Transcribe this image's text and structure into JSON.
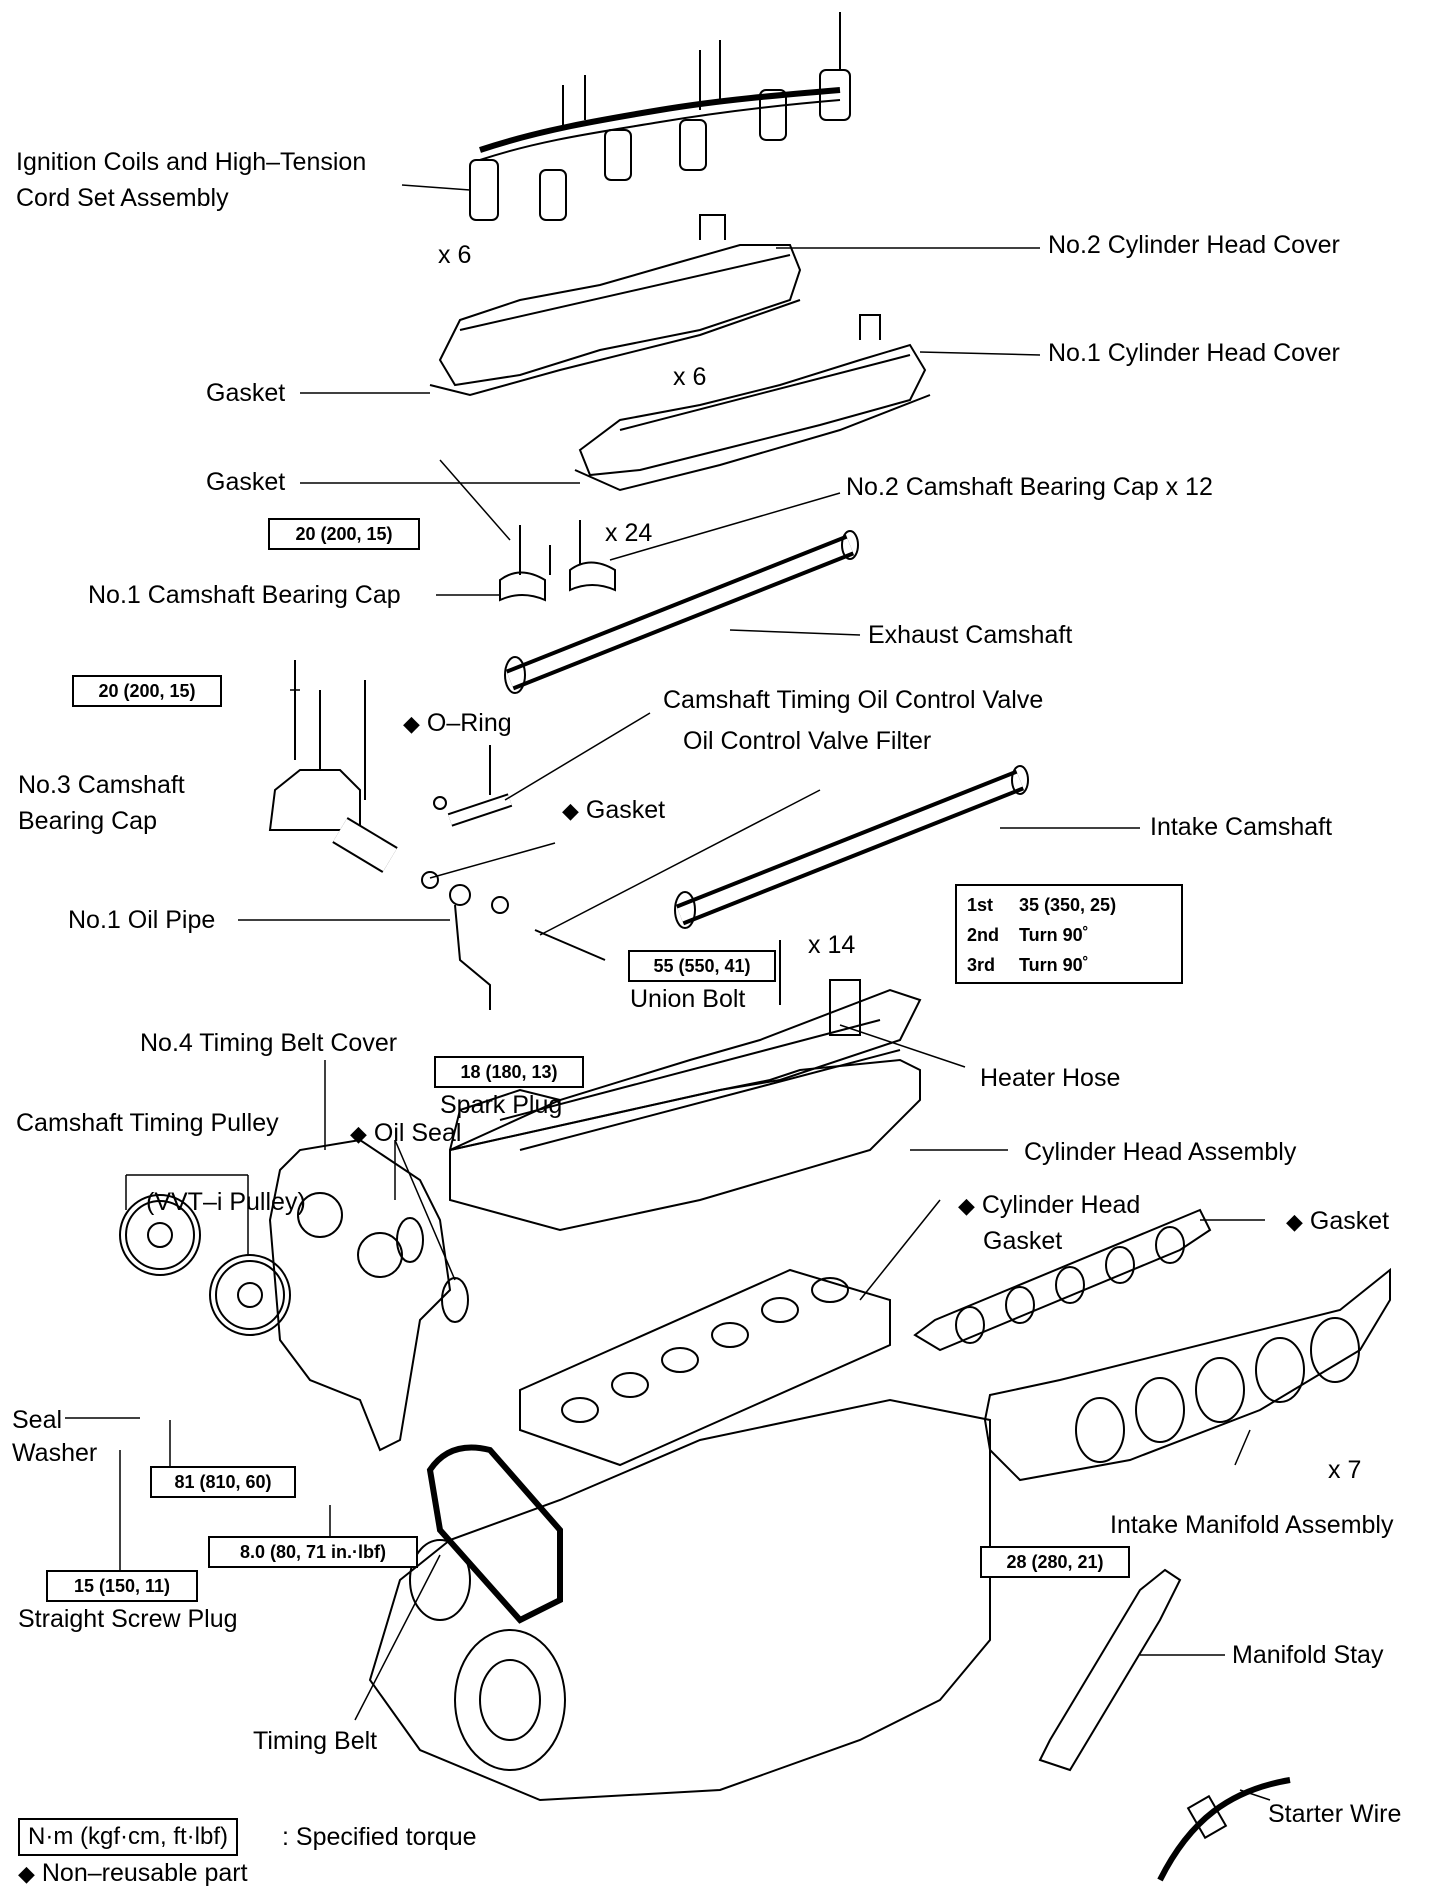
{
  "labels": {
    "ignition_coils": "Ignition Coils and High–Tension",
    "ignition_coils_2": "Cord Set Assembly",
    "head_cover_2": "No.2 Cylinder Head Cover",
    "head_cover_1": "No.1 Cylinder Head Cover",
    "x6_a": "x 6",
    "x6_b": "x 6",
    "gasket_1": "Gasket",
    "gasket_2": "Gasket",
    "bearing_cap_2": "No.2 Camshaft Bearing Cap x 12",
    "x24": "x 24",
    "bearing_cap_1": "No.1 Camshaft Bearing Cap",
    "exhaust_camshaft": "Exhaust Camshaft",
    "ocv": "Camshaft Timing Oil Control Valve",
    "o_ring": "O–Ring",
    "ocv_filter": "Oil Control Valve Filter",
    "bearing_cap_3": "No.3 Camshaft",
    "bearing_cap_3b": "Bearing Cap",
    "gasket_3": "Gasket",
    "intake_camshaft": "Intake Camshaft",
    "oil_pipe": "No.1 Oil Pipe",
    "x14": "x 14",
    "union_bolt": "Union Bolt",
    "timing_belt_cover": "No.4 Timing Belt Cover",
    "heater_hose": "Heater Hose",
    "spark_plug": "Spark Plug",
    "timing_pulley": "Camshaft Timing Pulley",
    "oil_seal": "Oil Seal",
    "cylinder_head": "Cylinder Head Assembly",
    "vvti_pulley": "(VVT–i Pulley)",
    "head_gasket": "Cylinder Head",
    "head_gasket_2": "Gasket",
    "gasket_4": "Gasket",
    "seal_washer": "Seal",
    "seal_washer_2": "Washer",
    "x7": "x 7",
    "intake_manifold": "Intake Manifold Assembly",
    "straight_plug": "Straight Screw Plug",
    "manifold_stay": "Manifold Stay",
    "timing_belt": "Timing Belt",
    "starter_wire": "Starter Wire"
  },
  "torques": {
    "t1": "20 (200, 15)",
    "t2": "20 (200, 15)",
    "t3": "55 (550, 41)",
    "t4": "18 (180, 13)",
    "t5": "81 (810, 60)",
    "t6": "8.0 (80, 71 in.·lbf)",
    "t7": "15 (150, 11)",
    "t8": "28 (280, 21)",
    "head_bolt_steps": [
      {
        "step": "1st",
        "value": "35 (350, 25)"
      },
      {
        "step": "2nd",
        "value": "Turn 90˚"
      },
      {
        "step": "3rd",
        "value": "Turn 90˚"
      }
    ]
  },
  "legend": {
    "torque_box": "N·m (kgf·cm, ft·lbf)",
    "torque_text": ": Specified torque",
    "nonreusable": "Non–reusable part",
    "diamond": "◆"
  }
}
